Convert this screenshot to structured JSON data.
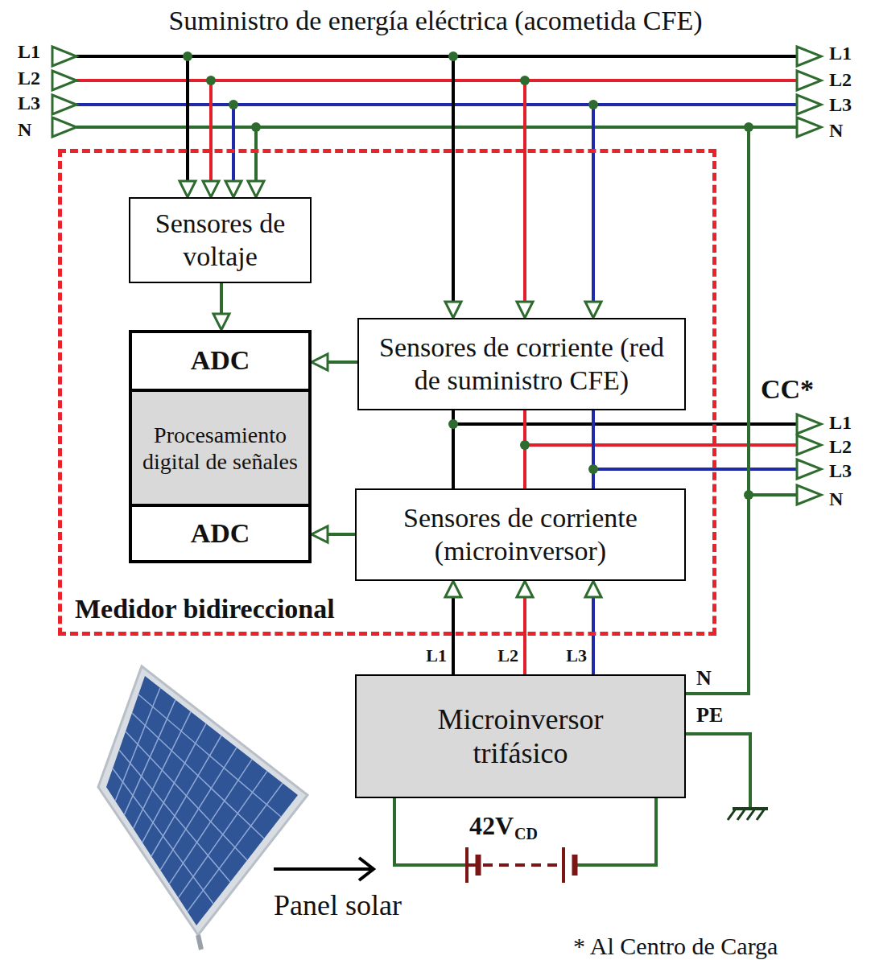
{
  "diagram": {
    "title": "Suministro de energía eléctrica (acometida CFE)",
    "nodes": [
      {
        "text": [
          "Medidor bidireccional"
        ]
      },
      {
        "text": [
          "Sensores de voltaje"
        ],
        "in": 0
      },
      {
        "text": [
          "Procesamiento digital de señales"
        ],
        "in": 0
      },
      {
        "text": [
          "ADC"
        ],
        "in": 2
      },
      {
        "text": [
          "ADC"
        ],
        "in": 2
      },
      {
        "text": [
          "Sensores de corriente (red de suministro CFE)"
        ],
        "in": 0
      },
      {
        "text": [
          "Sensores de corriente (microinversor)"
        ],
        "in": 0
      },
      {
        "text": [
          "Microinversor trifásico"
        ]
      }
    ],
    "edges": [
      {
        "from": 1,
        "to": 3,
        "arrow": "to"
      },
      {
        "from": 5,
        "to": 3,
        "arrow": "to"
      },
      {
        "from": 6,
        "to": 4,
        "arrow": "to"
      },
      {
        "from": 5,
        "to": 6,
        "arrow": "none"
      },
      {
        "from": 5,
        "to": 6,
        "arrow": "none"
      },
      {
        "from": 5,
        "to": 6,
        "arrow": "none"
      },
      {
        "from": 7,
        "to": 6,
        "arrow": "to",
        "label": "L1"
      },
      {
        "from": 7,
        "to": 6,
        "arrow": "to",
        "label": "L2"
      },
      {
        "from": 7,
        "to": 6,
        "arrow": "to",
        "label": "L3"
      }
    ],
    "labels": [
      "L1",
      "L2",
      "L3",
      "N",
      "L1",
      "L2",
      "L3",
      "N",
      "CC*",
      "L1",
      "L2",
      "L3",
      "N",
      "N",
      "PE",
      "42V",
      "CD",
      "Panel solar",
      "* Al Centro de Carga"
    ]
  }
}
